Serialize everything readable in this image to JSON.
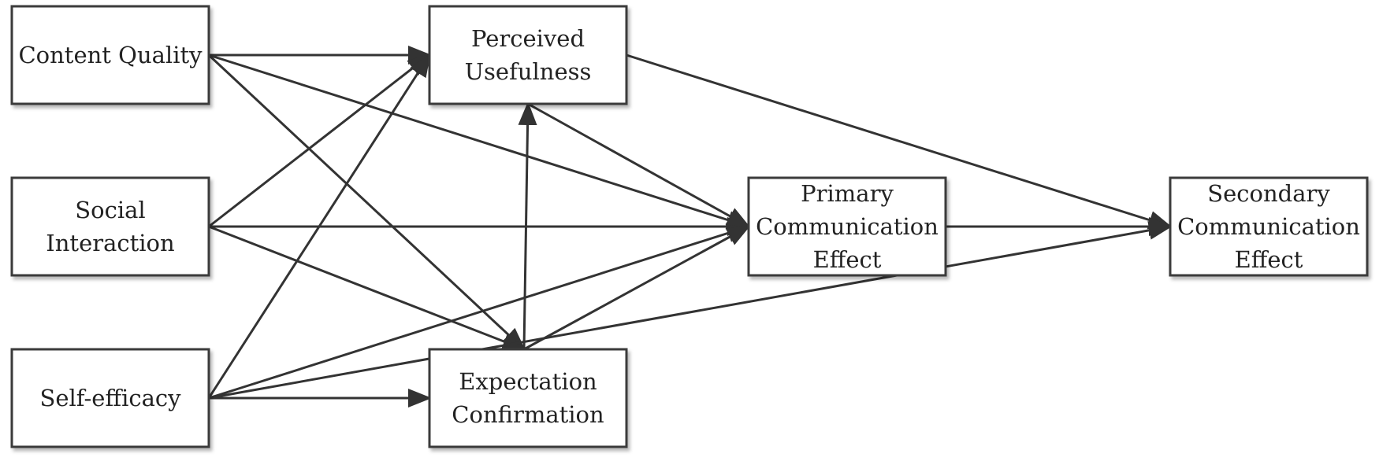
{
  "diagram": {
    "nodes": [
      {
        "id": "content-quality",
        "lines": [
          "Content Quality"
        ]
      },
      {
        "id": "social-interaction",
        "lines": [
          "Social",
          "Interaction"
        ]
      },
      {
        "id": "self-efficacy",
        "lines": [
          "Self-efficacy"
        ]
      },
      {
        "id": "perceived-usefulness",
        "lines": [
          "Perceived",
          "Usefulness"
        ]
      },
      {
        "id": "expectation-confirmation",
        "lines": [
          "Expectation",
          "Confirmation"
        ]
      },
      {
        "id": "primary-communication-effect",
        "lines": [
          "Primary",
          "Communication",
          "Effect"
        ]
      },
      {
        "id": "secondary-communication-effect",
        "lines": [
          "Secondary",
          "Communication",
          "Effect"
        ]
      }
    ],
    "edges": [
      {
        "from": "content-quality",
        "to": "perceived-usefulness"
      },
      {
        "from": "content-quality",
        "to": "primary-communication-effect"
      },
      {
        "from": "content-quality",
        "to": "expectation-confirmation"
      },
      {
        "from": "social-interaction",
        "to": "perceived-usefulness"
      },
      {
        "from": "social-interaction",
        "to": "primary-communication-effect"
      },
      {
        "from": "social-interaction",
        "to": "expectation-confirmation"
      },
      {
        "from": "self-efficacy",
        "to": "perceived-usefulness"
      },
      {
        "from": "self-efficacy",
        "to": "expectation-confirmation"
      },
      {
        "from": "self-efficacy",
        "to": "primary-communication-effect"
      },
      {
        "from": "self-efficacy",
        "to": "secondary-communication-effect"
      },
      {
        "from": "expectation-confirmation",
        "to": "perceived-usefulness"
      },
      {
        "from": "expectation-confirmation",
        "to": "primary-communication-effect"
      },
      {
        "from": "perceived-usefulness",
        "to": "primary-communication-effect"
      },
      {
        "from": "perceived-usefulness",
        "to": "secondary-communication-effect"
      },
      {
        "from": "primary-communication-effect",
        "to": "secondary-communication-effect"
      }
    ]
  }
}
